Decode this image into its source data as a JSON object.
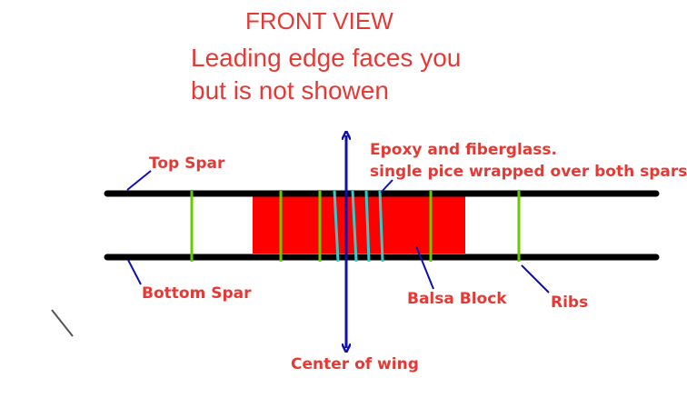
{
  "header": {
    "title": "FRONT VIEW",
    "line1": "Leading edge faces you",
    "line2": "but is not showen"
  },
  "labels": {
    "top_spar": "Top Spar",
    "bottom_spar": "Bottom Spar",
    "epoxy_line1": "Epoxy and fiberglass.",
    "epoxy_line2": "single pice wrapped over both spars",
    "balsa_block": "Balsa Block",
    "ribs": "Ribs",
    "center_of_wing": "Center of wing"
  },
  "colors": {
    "text_red": "#e53935",
    "block_red": "#ff0000",
    "spar_black": "#000000",
    "rib_green": "#66cc00",
    "wrap_cyan": "#33cccc",
    "arrow_blue": "#1010b0"
  }
}
